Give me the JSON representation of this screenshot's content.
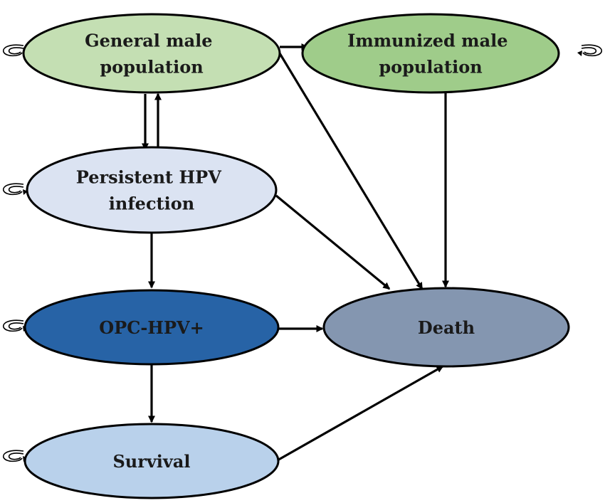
{
  "nodes": [
    {
      "id": "general",
      "lines": [
        "General male",
        "population"
      ],
      "color": "#c4dfb3"
    },
    {
      "id": "immunized",
      "lines": [
        "Immunized male",
        "population"
      ],
      "color": "#9fcc8a"
    },
    {
      "id": "persistent",
      "lines": [
        "Persistent HPV",
        "infection"
      ],
      "color": "#dbe3f2"
    },
    {
      "id": "opc",
      "lines": [
        "OPC-HPV+"
      ],
      "color": "#2763a6"
    },
    {
      "id": "death",
      "lines": [
        "Death"
      ],
      "color": "#8496b0"
    },
    {
      "id": "survival",
      "lines": [
        "Survival"
      ],
      "color": "#b9d1eb"
    }
  ],
  "edges": [
    {
      "from": "general",
      "to": "immunized"
    },
    {
      "from": "general",
      "to": "persistent"
    },
    {
      "from": "persistent",
      "to": "general"
    },
    {
      "from": "general",
      "to": "death"
    },
    {
      "from": "immunized",
      "to": "death"
    },
    {
      "from": "persistent",
      "to": "death"
    },
    {
      "from": "persistent",
      "to": "opc"
    },
    {
      "from": "opc",
      "to": "death"
    },
    {
      "from": "opc",
      "to": "survival"
    },
    {
      "from": "survival",
      "to": "death"
    }
  ],
  "self_loops": [
    "general",
    "immunized",
    "persistent",
    "opc",
    "survival"
  ]
}
